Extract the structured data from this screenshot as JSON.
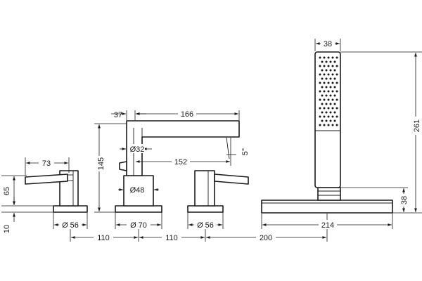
{
  "labels": {
    "d73": "73",
    "d65": "65",
    "d10": "10",
    "d56_left": "Ø 56",
    "d37": "37",
    "d166": "166",
    "d145": "145",
    "d32": "Ø32",
    "d152": "152",
    "d5deg": "5°",
    "d48": "Ø48",
    "d70": "Ø 70",
    "d56_mid": "Ø 56",
    "d110_a": "110",
    "d110_b": "110",
    "d200": "200",
    "d38_top": "38",
    "d261": "261",
    "d38_right": "38",
    "d214": "214"
  }
}
